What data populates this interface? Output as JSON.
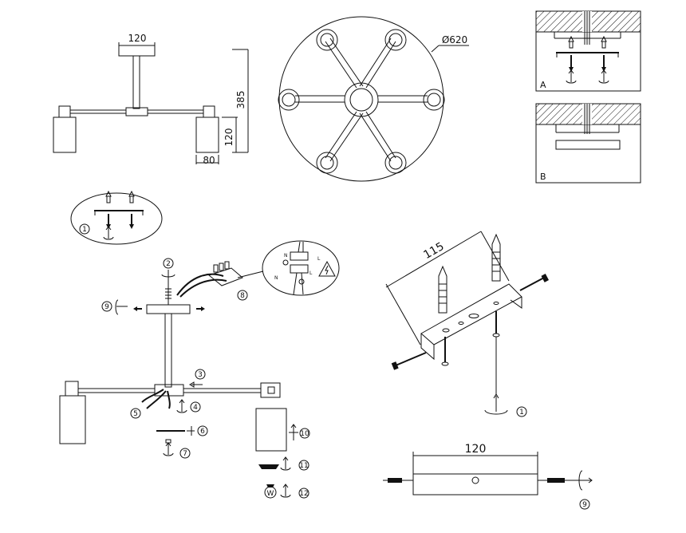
{
  "dimensions": {
    "canopy_width": "120",
    "total_height": "385",
    "shade_height": "120",
    "shade_width": "80",
    "diameter": "Ø620",
    "bracket_spacing": "115",
    "bracket_width": "120"
  },
  "panels": {
    "a_label": "A",
    "b_label": "B"
  },
  "wiring": {
    "neutral": "N",
    "live": "L"
  },
  "steps": {
    "s1": "1",
    "s2": "2",
    "s3": "3",
    "s4": "4",
    "s5": "5",
    "s6": "6",
    "s7": "7",
    "s8": "8",
    "s9": "9",
    "s10": "10",
    "s11": "11",
    "s12": "12"
  },
  "bulb_mark": "W"
}
